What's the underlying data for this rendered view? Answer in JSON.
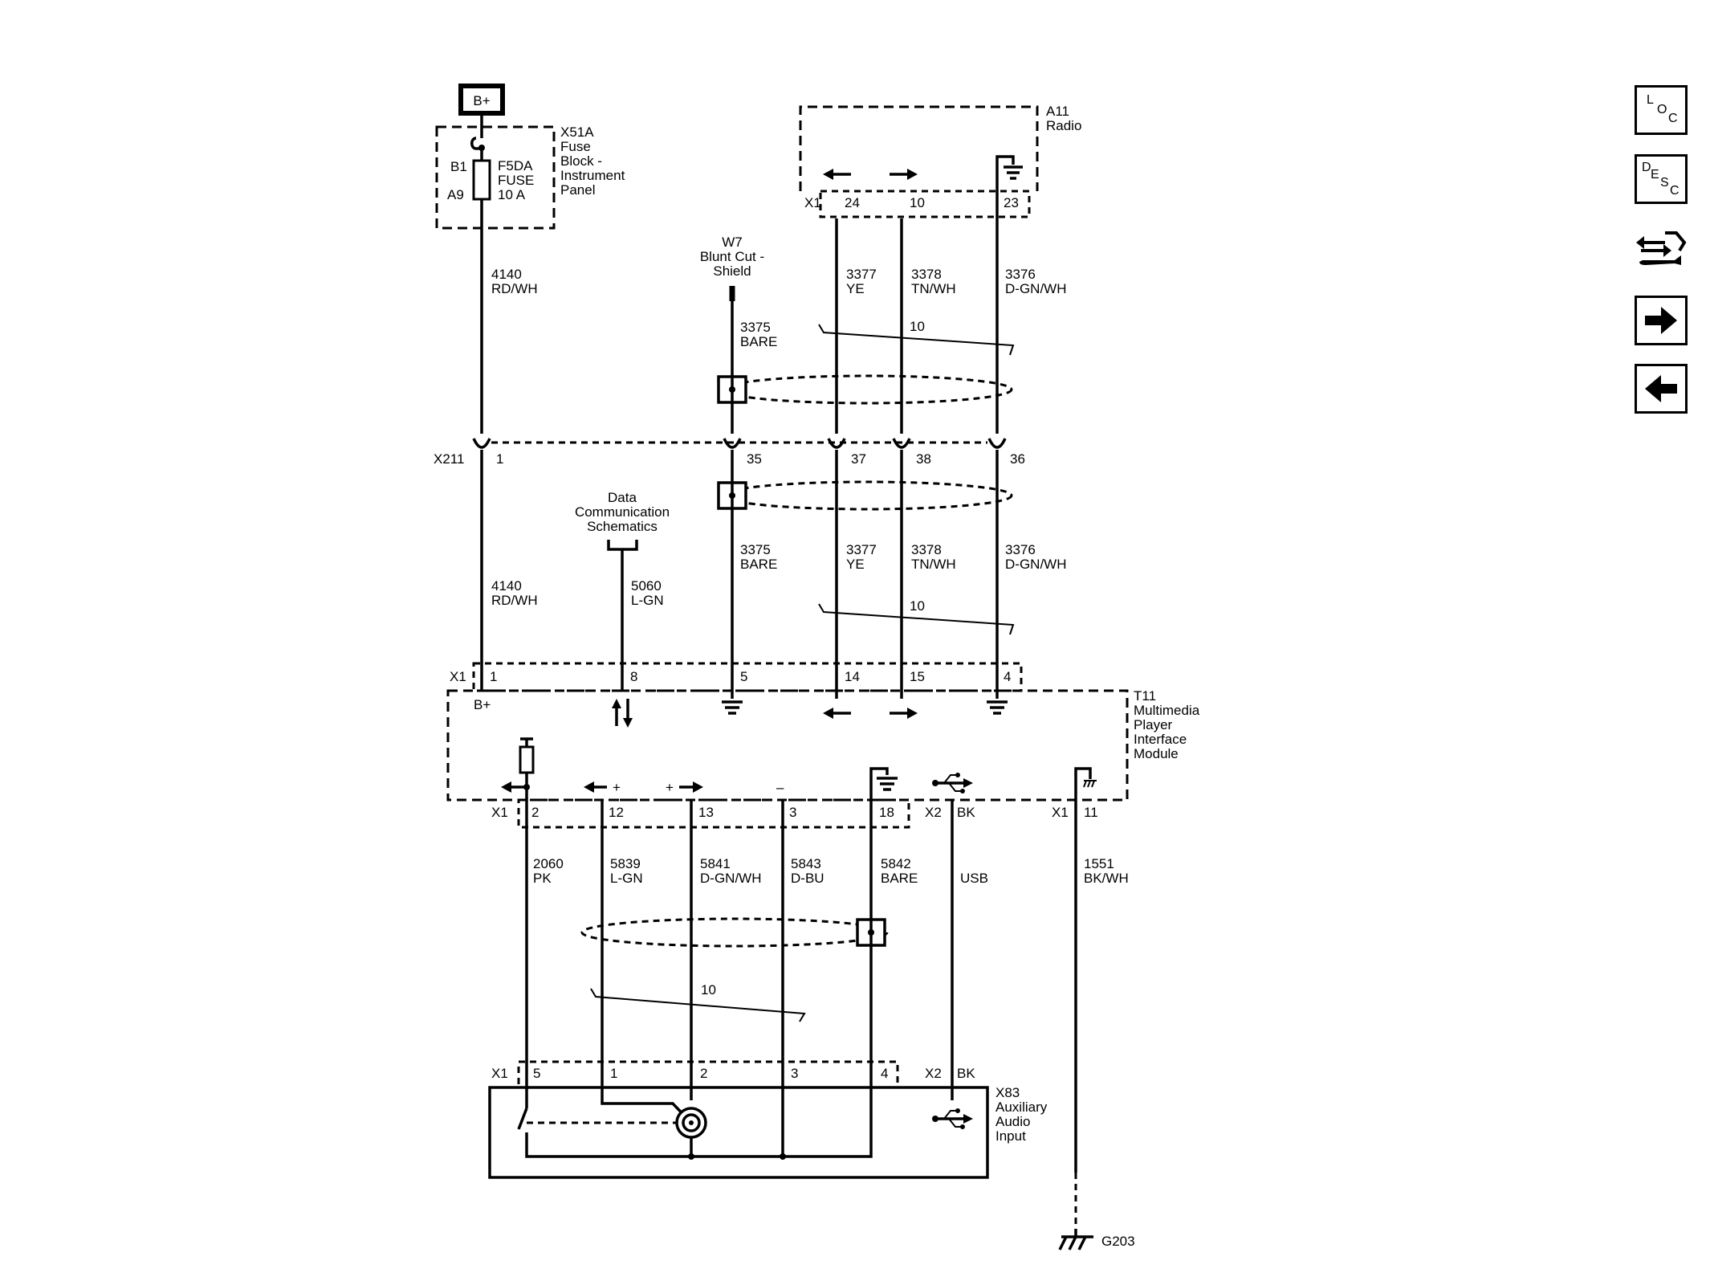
{
  "nav": {
    "loc": [
      "L",
      "O",
      "C"
    ],
    "desc": [
      "D",
      "E",
      "S",
      "C"
    ]
  },
  "power": {
    "label": "B+"
  },
  "fuse_block": {
    "name": "X51A",
    "desc": [
      "Fuse",
      "Block -",
      "Instrument",
      "Panel"
    ],
    "pin_in": "B1",
    "pin_out": "A9",
    "fuse": [
      "F5DA",
      "FUSE",
      "10 A"
    ]
  },
  "radio": {
    "name": "A11",
    "desc": "Radio",
    "connector": "X1",
    "pins": [
      "24",
      "10",
      "23"
    ]
  },
  "shield": {
    "name": "W7",
    "desc": [
      "Blunt Cut -",
      "Shield"
    ]
  },
  "upper_wires": [
    {
      "circuit": "4140",
      "color": "RD/WH"
    },
    {
      "circuit": "3375",
      "color": "BARE"
    },
    {
      "circuit": "3377",
      "color": "YE"
    },
    {
      "circuit": "3378",
      "color": "TN/WH"
    },
    {
      "circuit": "3376",
      "color": "D-GN/WH"
    }
  ],
  "twist_count": "10",
  "inline": {
    "name": "X211",
    "pins": [
      "1",
      "35",
      "37",
      "38",
      "36"
    ]
  },
  "data_comm": {
    "ref": [
      "Data",
      "Communication",
      "Schematics"
    ],
    "circuit": "5060",
    "color": "L-GN"
  },
  "lower_wires": [
    {
      "circuit": "4140",
      "color": "RD/WH"
    },
    {
      "circuit": "3375",
      "color": "BARE"
    },
    {
      "circuit": "3377",
      "color": "YE"
    },
    {
      "circuit": "3378",
      "color": "TN/WH"
    },
    {
      "circuit": "3376",
      "color": "D-GN/WH"
    }
  ],
  "module": {
    "name": "T11",
    "desc": [
      "Multimedia",
      "Player",
      "Interface",
      "Module"
    ],
    "x1": "X1",
    "x2": "X2",
    "top_pins": [
      "1",
      "8",
      "5",
      "14",
      "15",
      "4"
    ],
    "power_label": "B+",
    "bottom_pins": [
      "2",
      "12",
      "13",
      "3",
      "18"
    ],
    "usb_pin": "BK",
    "ground_pin": "11",
    "plus": "+",
    "minus": "–"
  },
  "aux_wires": [
    {
      "circuit": "2060",
      "color": "PK"
    },
    {
      "circuit": "5839",
      "color": "L-GN"
    },
    {
      "circuit": "5841",
      "color": "D-GN/WH"
    },
    {
      "circuit": "5843",
      "color": "D-BU"
    },
    {
      "circuit": "5842",
      "color": "BARE"
    },
    {
      "circuit": "",
      "color": "USB"
    },
    {
      "circuit": "1551",
      "color": "BK/WH"
    }
  ],
  "aux_input": {
    "name": "X83",
    "desc": [
      "Auxiliary",
      "Audio",
      "Input"
    ],
    "x1": "X1",
    "x2": "X2",
    "pins": [
      "5",
      "1",
      "2",
      "3",
      "4"
    ],
    "usb_pin": "BK"
  },
  "ground": {
    "name": "G203"
  }
}
